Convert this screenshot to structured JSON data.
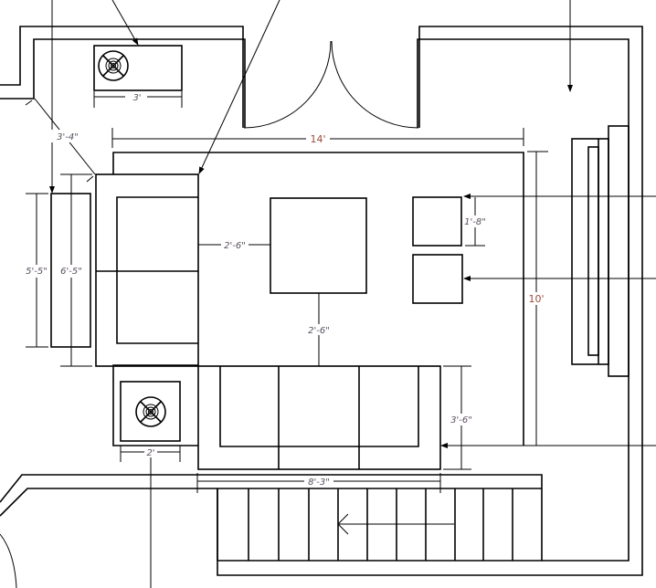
{
  "plan": {
    "title": "Living room floor plan",
    "dimensions": {
      "stove_top_width": "3'",
      "room_width": "14'",
      "diagonal_clearance": "3'-4\"",
      "bench_length": "5'-5\"",
      "chair_length": "6'-5\"",
      "chair_to_table": "2'-6\"",
      "table_to_sofa": "2'-6\"",
      "side_table_depth": "1'-8\"",
      "room_depth": "10'",
      "sofa_depth": "3'-6\"",
      "stove_bottom_width": "2'",
      "sofa_length": "8'-3\""
    },
    "colors": {
      "line": "#000000",
      "dim_text": "#5a5060",
      "major_dim_text": "#9a4a3a"
    }
  }
}
